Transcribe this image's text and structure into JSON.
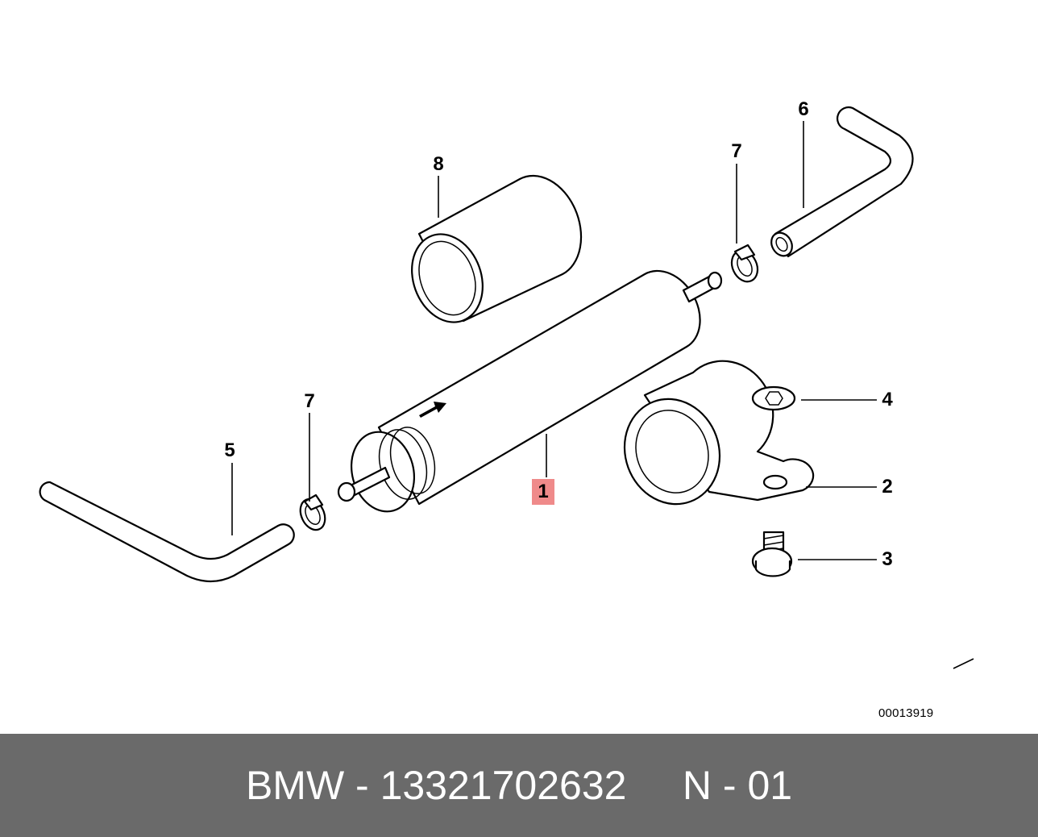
{
  "diagram": {
    "callouts": {
      "c1": "1",
      "c2": "2",
      "c3": "3",
      "c4": "4",
      "c5": "5",
      "c6": "6",
      "c7a": "7",
      "c7b": "7",
      "c8": "8"
    },
    "highlighted_callout": "1",
    "highlight_color": "#ef8a8a",
    "reference_number": "00013919"
  },
  "footer": {
    "text": "BMW - 13321702632     N - 01",
    "background": "#6a6a6a"
  }
}
